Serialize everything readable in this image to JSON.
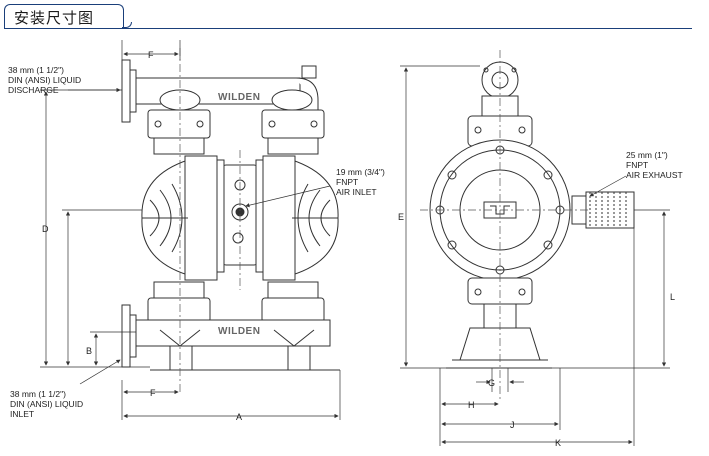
{
  "header": {
    "title": "安装尺寸图"
  },
  "front_view": {
    "brand_top": "WILDEN",
    "brand_bottom": "WILDEN",
    "discharge_label": [
      "38 mm (1 1/2\")",
      "DIN (ANSI) LIQUID",
      "DISCHARGE"
    ],
    "inlet_label": [
      "38 mm (1 1/2\")",
      "DIN (ANSI) LIQUID",
      "INLET"
    ],
    "air_inlet_label": [
      "19 mm (3/4\")",
      "FNPT",
      "AIR INLET"
    ],
    "dims": {
      "F_top": "F",
      "F_bottom": "F",
      "D": "D",
      "B": "B",
      "A": "A"
    }
  },
  "side_view": {
    "air_exhaust_label": [
      "25 mm (1\")",
      "FNPT",
      "AIR EXHAUST"
    ],
    "dims": {
      "E": "E",
      "L": "L",
      "G": "G",
      "H": "H",
      "J": "J",
      "K": "K"
    }
  },
  "colors": {
    "header_line": "#1a3f7a",
    "line": "#333333"
  }
}
